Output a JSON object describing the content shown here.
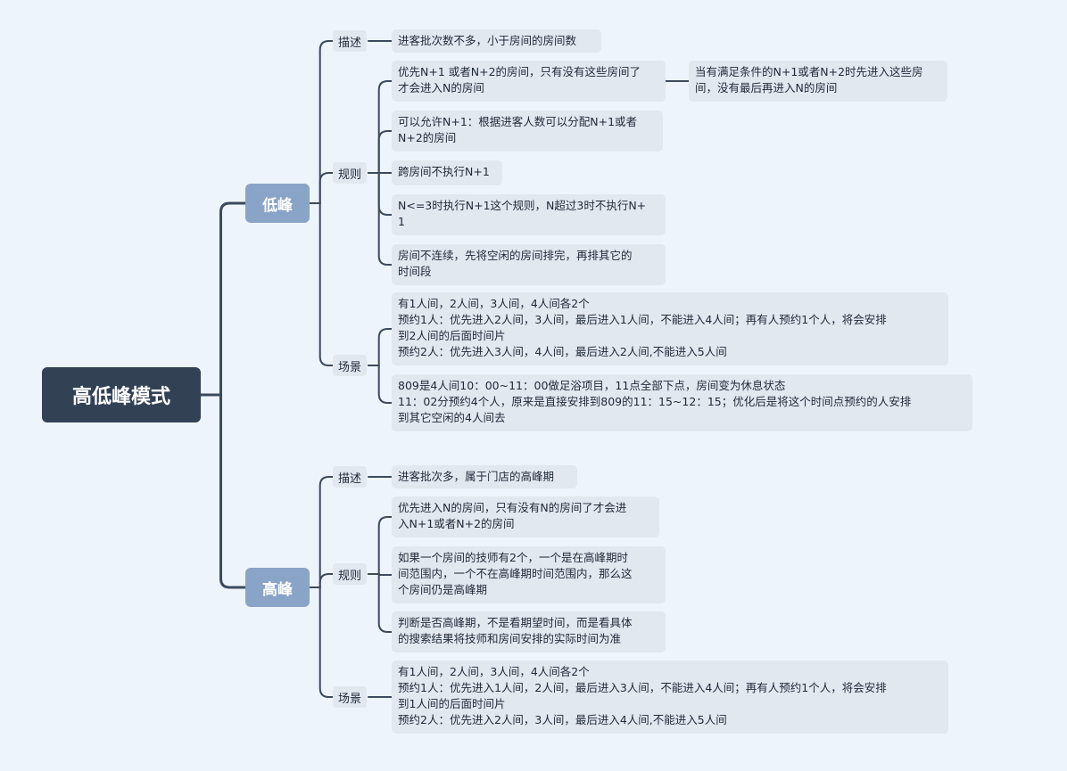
{
  "root": {
    "label": "高低峰模式"
  },
  "low": {
    "label": "低峰",
    "desc": {
      "label": "描述",
      "text": "进客批次数不多，小于房间的房间数"
    },
    "rules": {
      "label": "规则",
      "items": [
        {
          "lines": [
            "优先N+1 或者N+2的房间，只有没有这些房间了",
            "才会进入N的房间"
          ]
        },
        {
          "lines": [
            "可以允许N+1：根据进客人数可以分配N+1或者",
            "N+2的房间"
          ]
        },
        {
          "lines": [
            "跨房间不执行N+1"
          ]
        },
        {
          "lines": [
            "N<=3时执行N+1这个规则，N超过3时不执行N+",
            "1"
          ]
        },
        {
          "lines": [
            "房间不连续，先将空闲的房间排完，再排其它的",
            "时间段"
          ]
        }
      ],
      "sub": {
        "lines": [
          "当有满足条件的N+1或者N+2时先进入这些房",
          "间，没有最后再进入N的房间"
        ]
      }
    },
    "scenes": {
      "label": "场景",
      "items": [
        {
          "lines": [
            "有1人间，2人间，3人间，4人间各2个",
            "预约1人：优先进入2人间，3人间，最后进入1人间，不能进入4人间；再有人预约1个人，将会安排",
            "到2人间的后面时间片",
            "预约2人：优先进入3人间，4人间，最后进入2人间,不能进入5人间"
          ]
        },
        {
          "lines": [
            "809是4人间10：00~11：00做足浴项目，11点全部下点，房间变为休息状态",
            "11：02分预约4个人，原来是直接安排到809的11：15~12：15；优化后是将这个时间点预约的人安排",
            "到其它空闲的4人间去"
          ]
        }
      ]
    }
  },
  "high": {
    "label": "高峰",
    "desc": {
      "label": "描述",
      "text": "进客批次多，属于门店的高峰期"
    },
    "rules": {
      "label": "规则",
      "items": [
        {
          "lines": [
            "优先进入N的房间，只有没有N的房间了才会进",
            "入N+1或者N+2的房间"
          ]
        },
        {
          "lines": [
            "如果一个房间的技师有2个，一个是在高峰期时",
            "间范围内，一个不在高峰期时间范围内，那么这",
            "个房间仍是高峰期"
          ]
        },
        {
          "lines": [
            "判断是否高峰期，不是看期望时间，而是看具体",
            "的搜索结果将技师和房间安排的实际时间为准"
          ]
        }
      ]
    },
    "scenes": {
      "label": "场景",
      "items": [
        {
          "lines": [
            "有1人间，2人间，3人间，4人间各2个",
            "预约1人：优先进入1人间，2人间，最后进入3人间，不能进入4人间；再有人预约1个人，将会安排",
            "到1人间的后面时间片",
            "预约2人：优先进入2人间，3人间，最后进入4人间,不能进入5人间"
          ]
        }
      ]
    }
  },
  "colors": {
    "background": "#eef4fb",
    "root": "#334155",
    "branch": "#8aa4c8",
    "node": "#e2e8f0",
    "line": "#3c4a5c"
  }
}
